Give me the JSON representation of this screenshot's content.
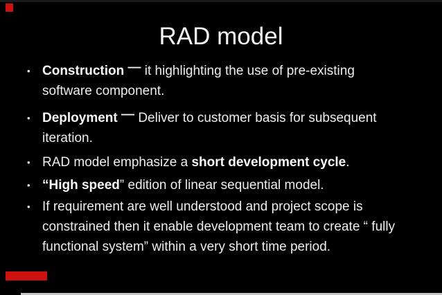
{
  "slide": {
    "title": "RAD model",
    "bullet_glyph": "•",
    "bullets": {
      "b1": {
        "bold": "Construction",
        "sep": " — ",
        "line1_rest": "it highlighting the use of pre-existing",
        "line2": "software component."
      },
      "b2": {
        "bold": "Deployment",
        "sep": " — ",
        "line1_rest": "Deliver to customer basis for subsequent",
        "line2": "iteration."
      },
      "b3": {
        "pre": "RAD model emphasize a ",
        "bold": "short development cycle",
        "post": "."
      },
      "b4": {
        "bold": "“High speed",
        "rest": "” edition of linear sequential model."
      },
      "b5": {
        "line1": "If requirement are well understood and project scope is",
        "line2": "constrained then it enable development team to create “ fully",
        "line3": "functional system” within a very short time period."
      }
    },
    "colors": {
      "background": "#000000",
      "text": "#ededed",
      "title": "#f5f5f5",
      "accent_red": "#cc1111",
      "bottom_strip": "#c6c6c6"
    }
  }
}
